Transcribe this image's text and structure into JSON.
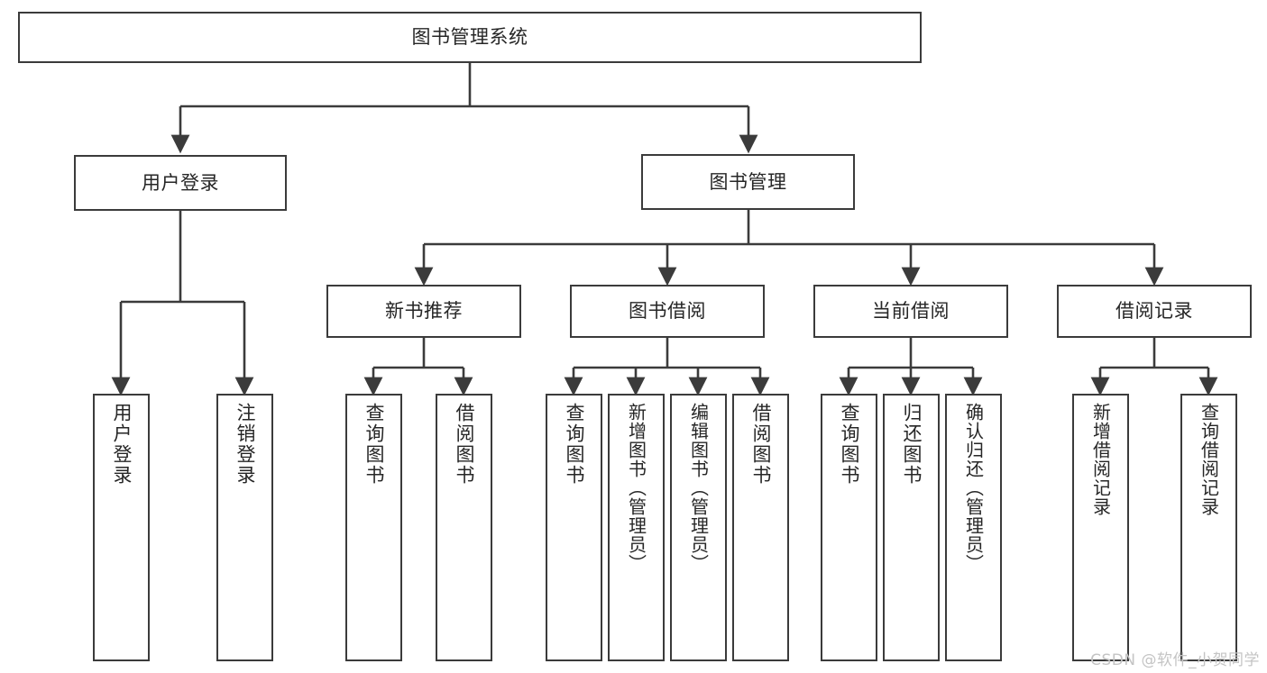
{
  "diagram": {
    "title": "图书管理系统",
    "type": "function-structure-tree",
    "watermark": "CSDN @软件_小贺同学",
    "colors": {
      "stroke": "#3b3b3b",
      "fill": "#ffffff",
      "text": "#262626",
      "watermark": "#c4c4c4"
    },
    "nodes": {
      "root": {
        "label": "图书管理系统"
      },
      "level2": [
        {
          "id": "user-login",
          "label": "用户登录"
        },
        {
          "id": "book-manage",
          "label": "图书管理"
        }
      ],
      "level3": [
        {
          "id": "new-book-recommend",
          "label": "新书推荐"
        },
        {
          "id": "book-borrow",
          "label": "图书借阅"
        },
        {
          "id": "current-borrow",
          "label": "当前借阅"
        },
        {
          "id": "borrow-record",
          "label": "借阅记录"
        }
      ],
      "leaves": {
        "user_login": [
          {
            "id": "leaf-user-login",
            "label": "用户登录"
          },
          {
            "id": "leaf-logout-login",
            "label": "注销登录"
          }
        ],
        "new_book_recommend": [
          {
            "id": "leaf-query-book-1",
            "label": "查询图书"
          },
          {
            "id": "leaf-borrow-book-1",
            "label": "借阅图书"
          }
        ],
        "book_borrow": [
          {
            "id": "leaf-query-book-2",
            "label": "查询图书"
          },
          {
            "id": "leaf-add-book",
            "label": "新增图书（管理员）"
          },
          {
            "id": "leaf-edit-book",
            "label": "编辑图书（管理员）"
          },
          {
            "id": "leaf-borrow-book-2",
            "label": "借阅图书"
          }
        ],
        "current_borrow": [
          {
            "id": "leaf-query-book-3",
            "label": "查询图书"
          },
          {
            "id": "leaf-return-book",
            "label": "归还图书"
          },
          {
            "id": "leaf-confirm-return",
            "label": "确认归还（管理员）"
          }
        ],
        "borrow_record": [
          {
            "id": "leaf-add-record",
            "label": "新增借阅记录"
          },
          {
            "id": "leaf-query-record",
            "label": "查询借阅记录"
          }
        ]
      }
    }
  }
}
